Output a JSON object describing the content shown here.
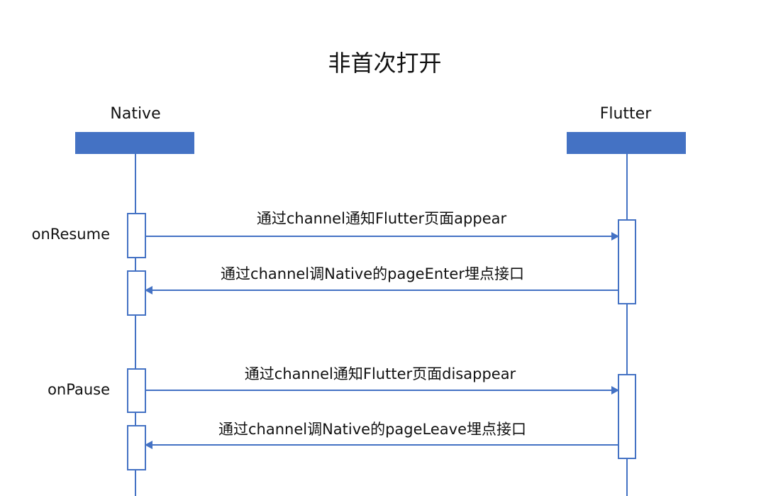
{
  "title": "非首次打开",
  "actors": {
    "native": "Native",
    "flutter": "Flutter"
  },
  "events": {
    "resume": "onResume",
    "pause": "onPause"
  },
  "messages": [
    "通过channel通知Flutter页面appear",
    "通过channel调Native的pageEnter埋点接口",
    "通过channel通知Flutter页面disappear",
    "通过channel调Native的pageLeave埋点接口"
  ],
  "colors": {
    "accent": "#4472C4"
  }
}
